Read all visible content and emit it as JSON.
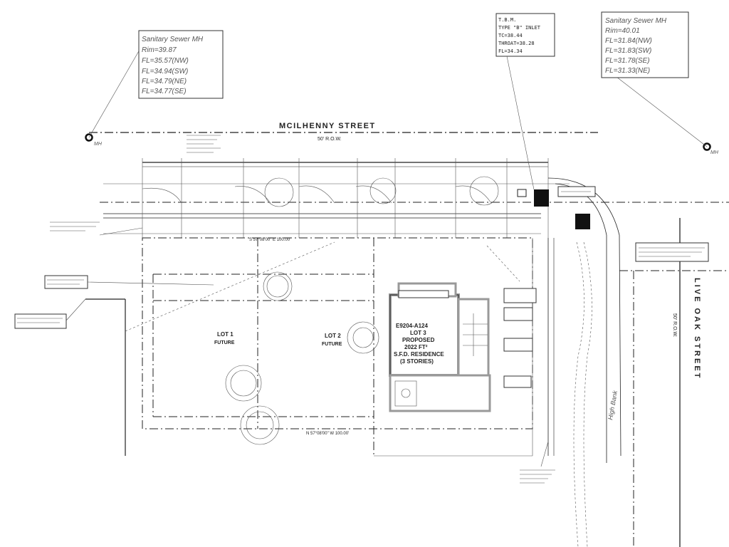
{
  "streets": {
    "north": "MCILHENNY STREET",
    "north_row": "50' R.O.W.",
    "east": "LIVE OAK STREET",
    "east_row": "50' R.O.W."
  },
  "manhole_west": {
    "title": "Sanitary Sewer MH",
    "rim": "Rim=39.87",
    "fl": [
      "FL=35.57(NW)",
      "FL=34.94(SW)",
      "FL=34.79(NE)",
      "FL=34.77(SE)"
    ],
    "tag": "MH"
  },
  "manhole_east": {
    "title": "Sanitary Sewer MH",
    "rim": "Rim=40.01",
    "fl": [
      "FL=31.84(NW)",
      "FL=31.83(SW)",
      "FL=31.78(SE)",
      "FL=31.33(NE)"
    ],
    "tag": "MH"
  },
  "inlet": {
    "lines": [
      "T.B.M.",
      "TYPE \"B\" INLET",
      "TC=38.44",
      "THROAT=38.28",
      "FL=34.34"
    ]
  },
  "lots": {
    "lot1": [
      "LOT 1",
      "FUTURE"
    ],
    "lot2": [
      "LOT 2",
      "FUTURE"
    ],
    "lot3": [
      "E9204-A124",
      "LOT 3",
      "PROPOSED",
      "2022 FT²",
      "S.F.D. RESIDENCE",
      "(3 STORIES)"
    ]
  },
  "bearings": {
    "north": "S 57°08'00\" E 100.00'",
    "south": "N 57°08'00\" W 100.00'"
  },
  "bank_label": "High Bank"
}
